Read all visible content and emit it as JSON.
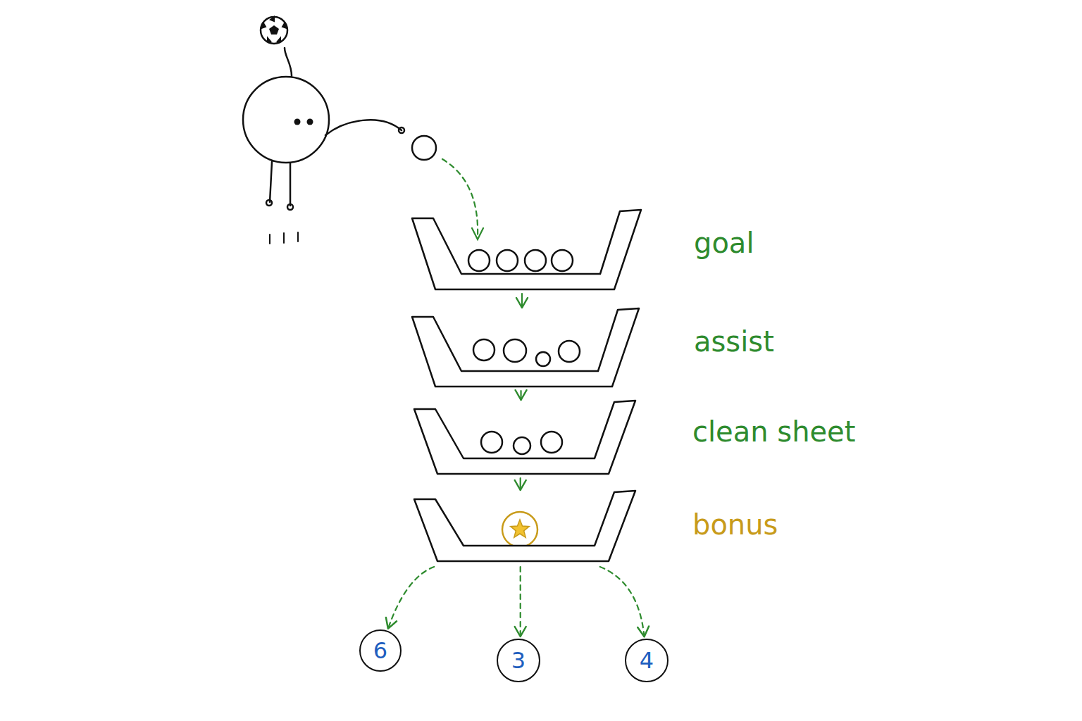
{
  "diagram": {
    "nodes": [
      {
        "text": [
          "goal"
        ]
      },
      {
        "text": [
          "assist"
        ]
      },
      {
        "text": [
          "clean sheet"
        ]
      },
      {
        "text": [
          "bonus"
        ]
      },
      {
        "text": [
          "6"
        ]
      },
      {
        "text": [
          "3"
        ]
      },
      {
        "text": [
          "4"
        ]
      }
    ],
    "edges": [
      {
        "from": 0,
        "to": 1,
        "arrow": "to"
      },
      {
        "from": 1,
        "to": 2,
        "arrow": "to"
      },
      {
        "from": 2,
        "to": 3,
        "arrow": "to"
      },
      {
        "from": 3,
        "to": 4,
        "arrow": "to"
      },
      {
        "from": 3,
        "to": 5,
        "arrow": "to"
      },
      {
        "from": 3,
        "to": 6,
        "arrow": "to"
      }
    ]
  }
}
